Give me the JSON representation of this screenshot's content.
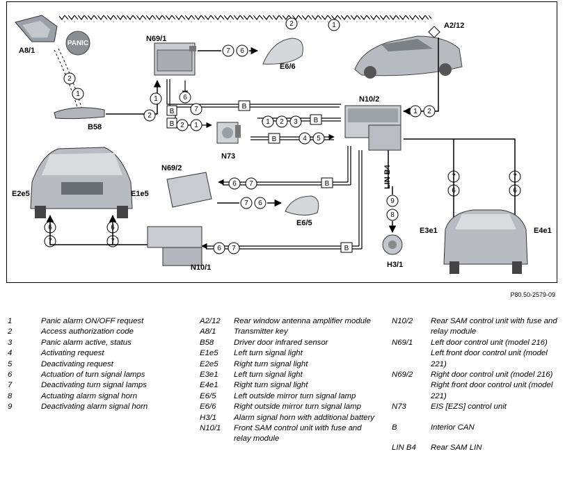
{
  "diagram": {
    "figure_id": "P80.50-2579-09",
    "components": {
      "a8_1": "A8/1",
      "panic": "PANIC",
      "n69_1": "N69/1",
      "e6_6": "E6/6",
      "a2_12": "A2/12",
      "n10_2": "N10/2",
      "b58": "B58",
      "n73": "N73",
      "n69_2": "N69/2",
      "e6_5": "E6/5",
      "lin_b4": "LIN B4",
      "h3_1": "H3/1",
      "e2e5": "E2e5",
      "e1e5": "E1e5",
      "e3e1": "E3e1",
      "e4e1": "E4e1",
      "n10_1": "N10/1"
    },
    "bus_label": "B",
    "signals": [
      "1",
      "2",
      "3",
      "4",
      "5",
      "6",
      "7",
      "8",
      "9"
    ]
  },
  "legend": {
    "signals": [
      {
        "code": "1",
        "text": "Panic alarm ON/OFF request"
      },
      {
        "code": "2",
        "text": "Access authorization code"
      },
      {
        "code": "3",
        "text": "Panic alarm active, status"
      },
      {
        "code": "4",
        "text": "Activating request"
      },
      {
        "code": "5",
        "text": "Deactivating request"
      },
      {
        "code": "6",
        "text": "Actuation of turn signal lamps"
      },
      {
        "code": "7",
        "text": "Deactivating turn signal lamps"
      },
      {
        "code": "8",
        "text": "Actuating alarm signal horn"
      },
      {
        "code": "9",
        "text": "Deactivating alarm signal horn"
      }
    ],
    "components_a": [
      {
        "code": "A2/12",
        "text": "Rear window antenna amplifier module"
      },
      {
        "code": "A8/1",
        "text": "Transmitter key"
      },
      {
        "code": "B58",
        "text": "Driver door infrared sensor"
      },
      {
        "code": "E1e5",
        "text": "Left turn signal light"
      },
      {
        "code": "E2e5",
        "text": "Right turn signal light"
      },
      {
        "code": "E3e1",
        "text": "Left turn signal light"
      },
      {
        "code": "E4e1",
        "text": "Right turn signal light"
      },
      {
        "code": "E6/5",
        "text": "Left outside mirror turn signal lamp"
      },
      {
        "code": "E6/6",
        "text": "Right outside mirror turn signal lamp"
      },
      {
        "code": "H3/1",
        "text": "Alarm signal horn with additional battery"
      },
      {
        "code": "N10/1",
        "text": "Front SAM control unit with fuse and relay module"
      }
    ],
    "components_b": [
      {
        "code": "N10/2",
        "text": "Rear SAM control unit with fuse and relay module"
      },
      {
        "code": "N69/1",
        "text": "Left door control unit (model 216)"
      },
      {
        "code": "",
        "text": "Left front door control unit (model 221)"
      },
      {
        "code": "N69/2",
        "text": "Right door control unit (model 216)"
      },
      {
        "code": "",
        "text": "Right front door control unit (model 221)"
      },
      {
        "code": "N73",
        "text": "EIS [EZS] control unit"
      },
      {
        "code": "B",
        "text": "Interior CAN"
      },
      {
        "code": "LIN B4",
        "text": "Rear SAM LIN"
      }
    ]
  }
}
